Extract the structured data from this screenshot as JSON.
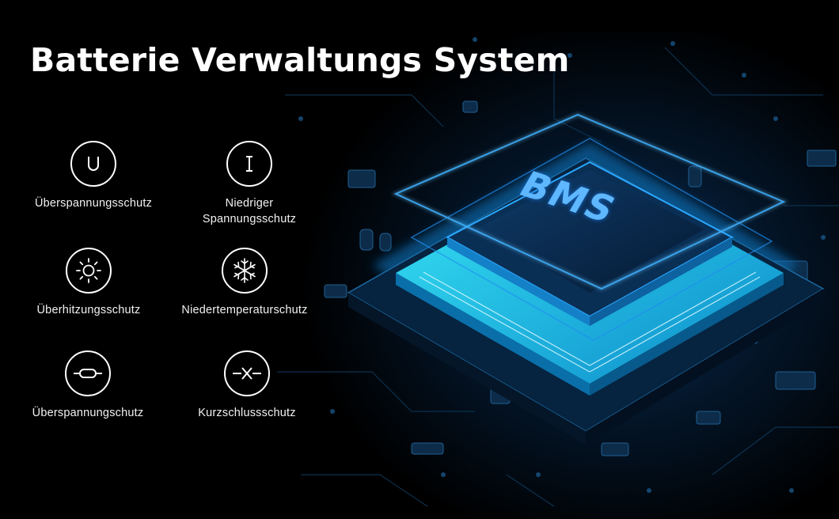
{
  "page": {
    "title": "Batterie Verwaltungs System"
  },
  "chip": {
    "label": "BMS"
  },
  "features": [
    {
      "icon": "u-letter-icon",
      "label": "Überspannungsschutz"
    },
    {
      "icon": "i-letter-icon",
      "label": "Niedriger\nSpannungsschutz"
    },
    {
      "icon": "sun-icon",
      "label": "Überhitzungsschutz"
    },
    {
      "icon": "snowflake-icon",
      "label": "Niedertemperaturschutz"
    },
    {
      "icon": "fuse-icon",
      "label": "Überspannungschutz"
    },
    {
      "icon": "short-circuit-icon",
      "label": "Kurzschlussschutz"
    }
  ],
  "colors": {
    "background": "#000000",
    "text": "#ffffff",
    "glow": "#19a8ff",
    "chip_cyan": "#39e3ff"
  }
}
